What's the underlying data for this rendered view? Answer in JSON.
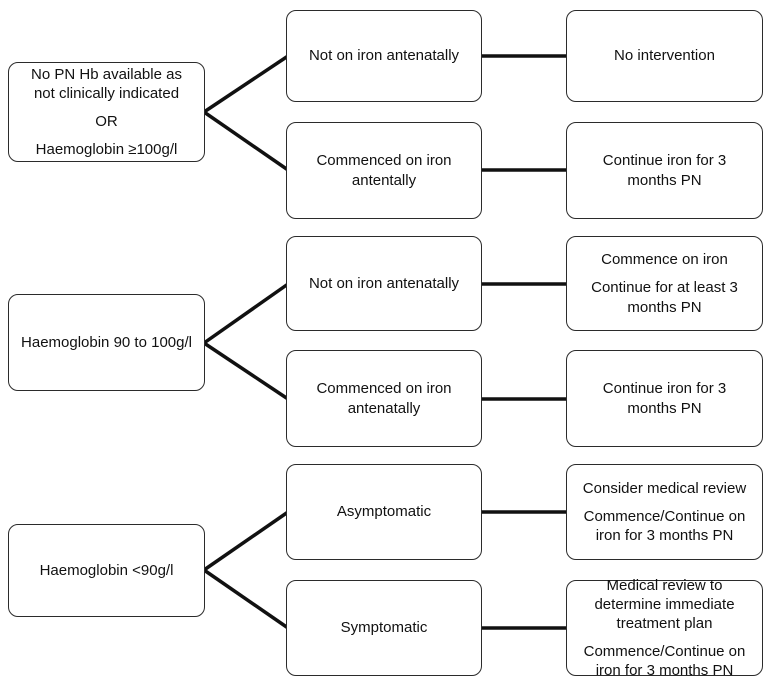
{
  "flowchart": {
    "left": [
      {
        "p1": "No PN Hb available as not clinically indicated",
        "p2": "OR",
        "p3": "Haemoglobin ≥100g/l"
      },
      {
        "p1": "Haemoglobin 90 to 100g/l"
      },
      {
        "p1": "Haemoglobin <90g/l"
      }
    ],
    "middle": [
      {
        "p1": "Not on iron antenatally"
      },
      {
        "p1": "Commenced on iron antentally"
      },
      {
        "p1": "Not on iron antenatally"
      },
      {
        "p1": "Commenced on iron antenatally"
      },
      {
        "p1": "Asymptomatic"
      },
      {
        "p1": "Symptomatic"
      }
    ],
    "right": [
      {
        "p1": "No intervention"
      },
      {
        "p1": "Continue iron for 3 months PN"
      },
      {
        "p1": "Commence on iron",
        "p2": "Continue for at least 3 months PN"
      },
      {
        "p1": "Continue iron for 3 months PN"
      },
      {
        "p1": "Consider medical review",
        "p2": "Commence/Continue on iron for 3 months PN"
      },
      {
        "p1": "Medical review to determine immediate treatment plan",
        "p2": "Commence/Continue on iron for 3 months PN"
      }
    ],
    "colors": {
      "line": "#111111",
      "border": "#2b2b2b",
      "background": "#ffffff",
      "text": "#111111"
    }
  }
}
